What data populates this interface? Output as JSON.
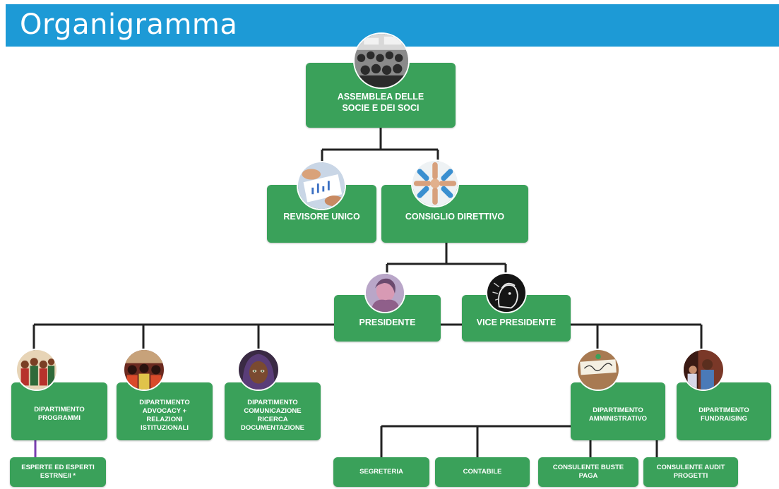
{
  "header": {
    "title": "Organigramma",
    "color": "#1d9ad6"
  },
  "node_color": "#3aa15a",
  "nodes": {
    "assemblea": "ASSEMBLEA DELLE\nSOCIE E DEI SOCI",
    "revisore": "REVISORE UNICO",
    "consiglio": "CONSIGLIO DIRETTIVO",
    "presidente": "PRESIDENTE",
    "vice_presidente": "VICE PRESIDENTE",
    "dip_programmi": "DIPARTIMENTO\nPROGRAMMI",
    "dip_advocacy": "DIPARTIMENTO\nADVOCACY +\nRELAZIONI\nISTITUZIONALI",
    "dip_comunicazione": "DIPARTIMENTO\nCOMUNICAZIONE\nRICERCA\nDOCUMENTAZIONE",
    "dip_amministrativo": "DIPARTIMENTO\nAMMINISTRATIVO",
    "dip_fundraising": "DIPARTIMENTO\nFUNDRAISING",
    "esperte": "ESPERTE ED ESPERTI\nESTRNE/I *",
    "segreteria": "SEGRETERIA",
    "contabile": "CONTABILE",
    "consulente_buste": "CONSULENTE BUSTE\nPAGA",
    "consulente_audit": "CONSULENTE AUDIT\nPROGETTI"
  },
  "photos": {
    "assemblea": "crowd-photo",
    "revisore": "documents-photo",
    "consiglio": "hands-circle-photo",
    "presidente": "portrait-photo",
    "vice_presidente": "illustration-photo",
    "dip_programmi": "group-photo",
    "dip_advocacy": "event-photo",
    "dip_comunicazione": "woman-portrait-photo",
    "dip_amministrativo": "administration-note-photo",
    "dip_fundraising": "people-photo"
  }
}
